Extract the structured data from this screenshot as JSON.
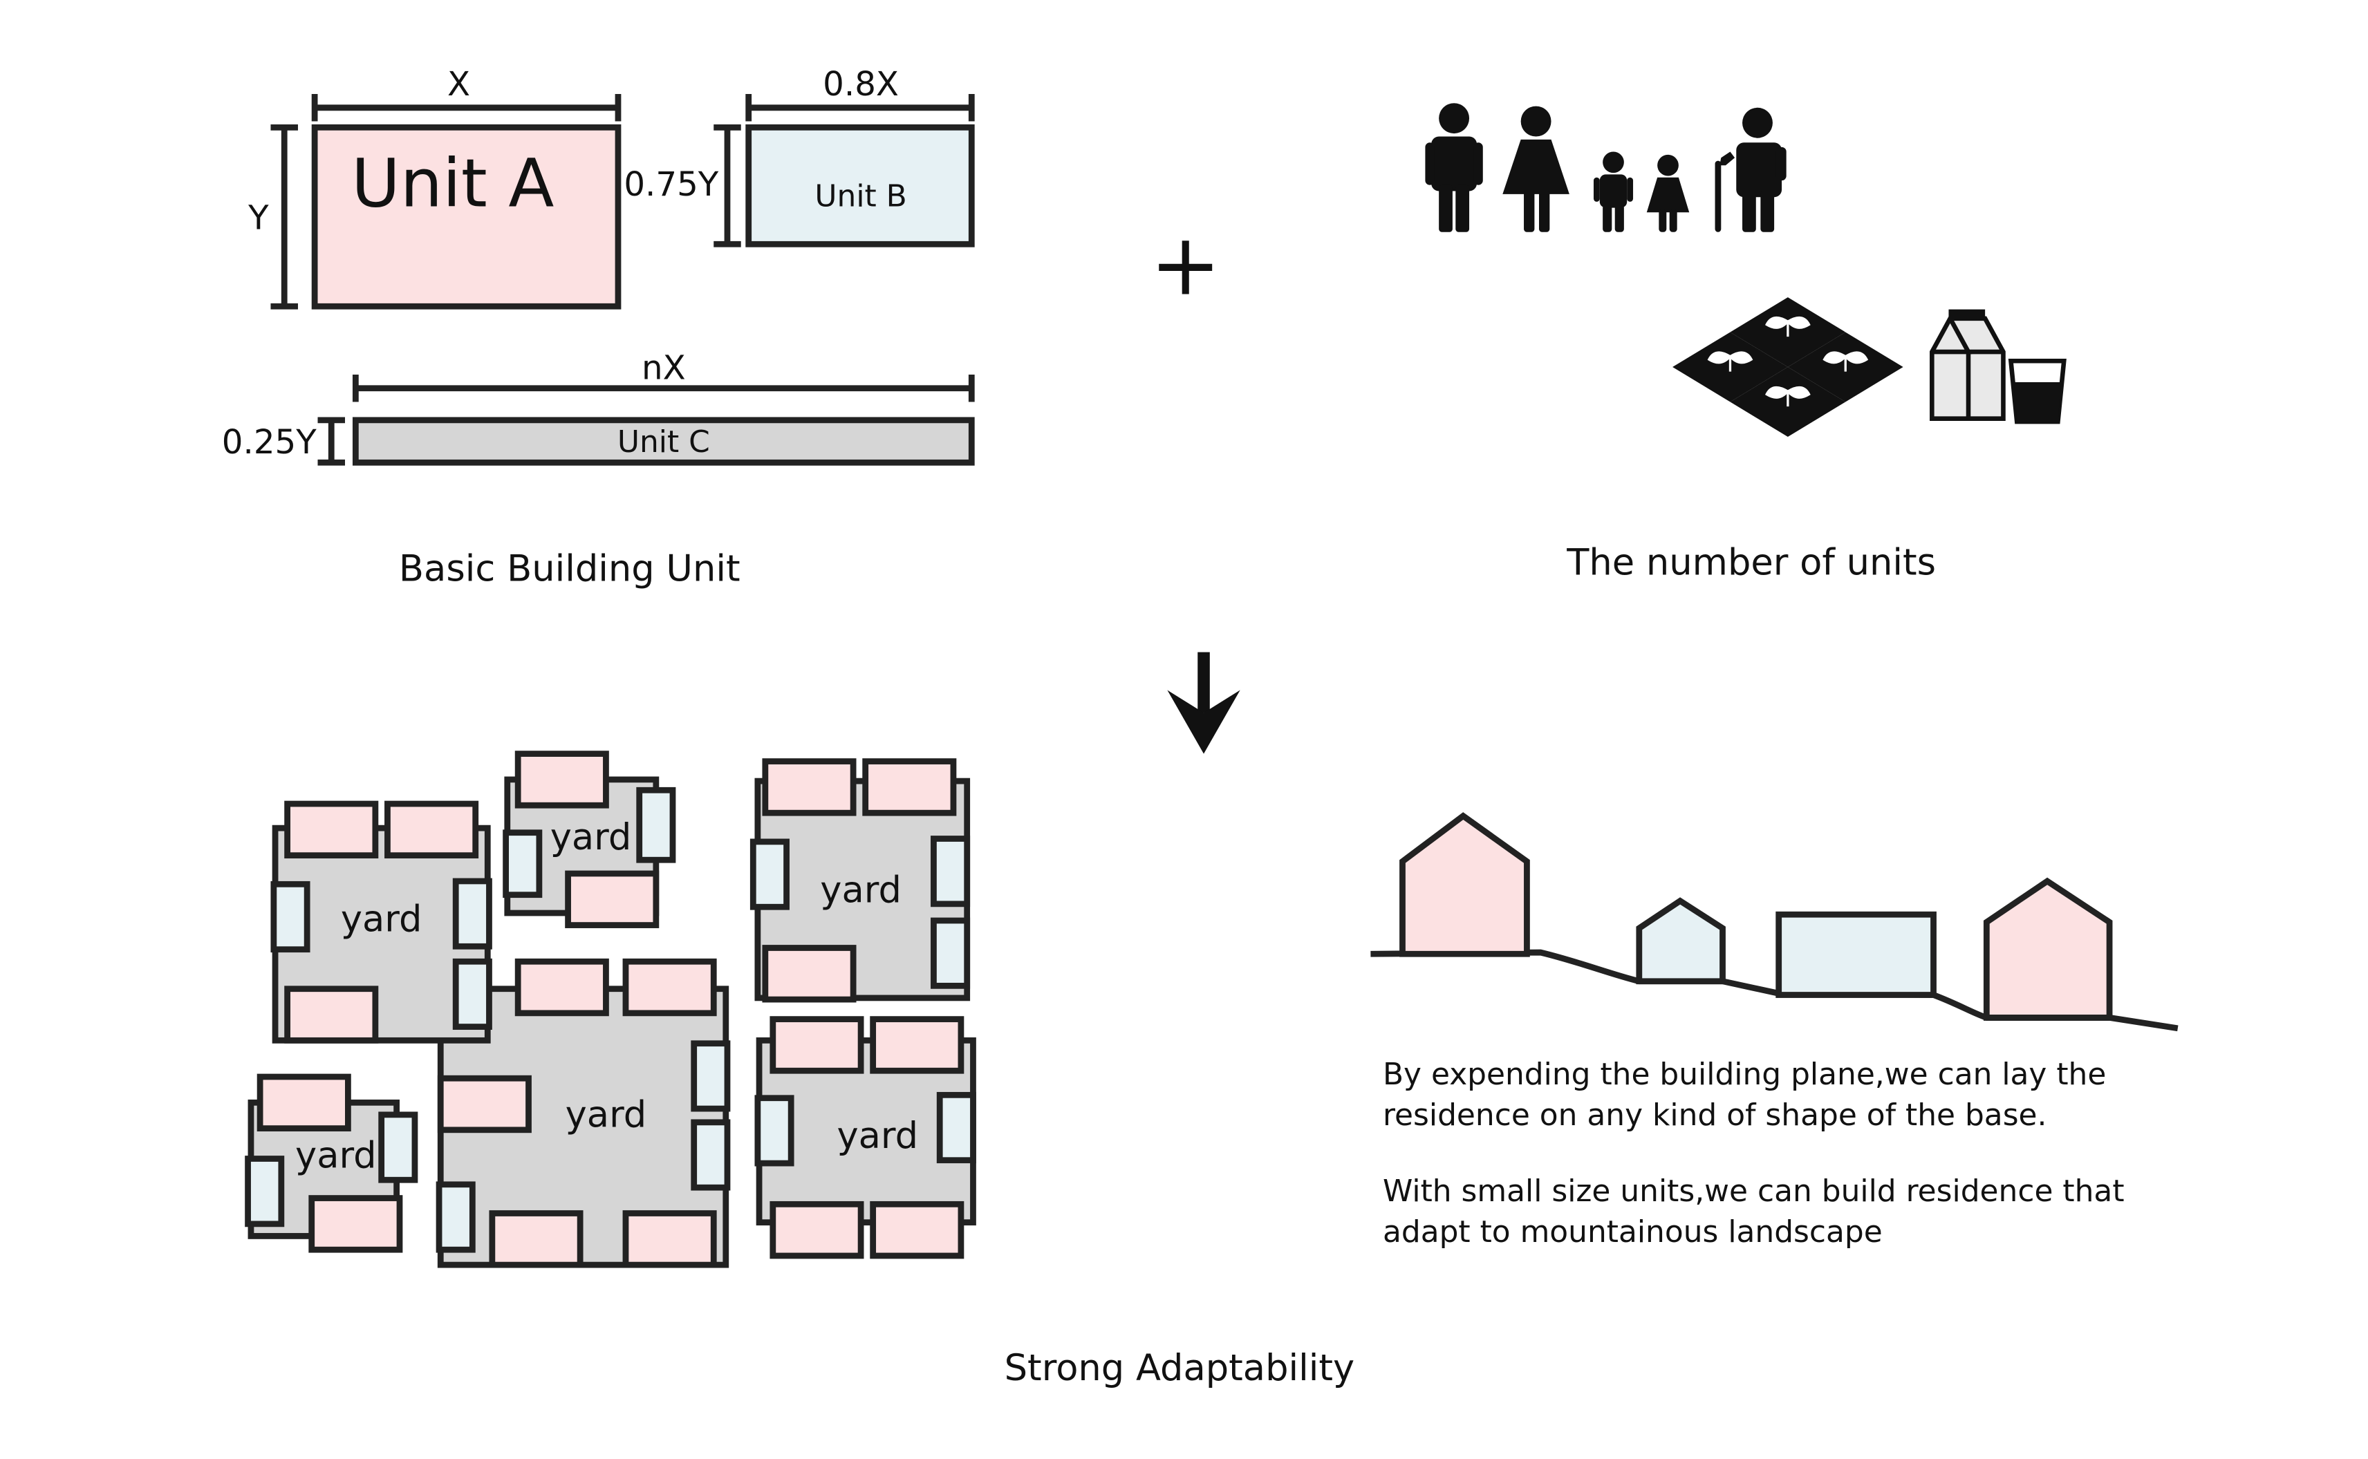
{
  "units": {
    "unit_a": {
      "label": "Unit A",
      "width_label": "X",
      "height_label": "Y"
    },
    "unit_b": {
      "label": "Unit B",
      "width_label": "0.8X",
      "height_label": "0.75Y"
    },
    "unit_c": {
      "label": "Unit C",
      "width_label": "nX",
      "height_label": "0.25Y"
    },
    "title": "Basic Building Unit"
  },
  "operator": "+",
  "number_of_units": {
    "title": "The number of units",
    "icons": [
      "man-icon",
      "woman-icon",
      "boy-icon",
      "girl-icon",
      "elderly-icon",
      "farmland-icon",
      "milk-carton-icon",
      "glass-icon"
    ]
  },
  "flow_arrow": "arrow-down-icon",
  "clusters": {
    "yard_label": "yard",
    "title": "Strong Adaptability"
  },
  "landscape": {
    "paragraph_1": [
      "By expending the building plane,we can lay the",
      "residence on any kind of shape of the base."
    ],
    "paragraph_2": [
      "With small size units,we can build residence that",
      "adapt to mountainous landscape"
    ]
  },
  "colors": {
    "unit_a_fill": "#fce1e2",
    "unit_b_fill": "#e6f1f4",
    "unit_c_fill": "#d6d6d6",
    "stroke": "#222222"
  }
}
